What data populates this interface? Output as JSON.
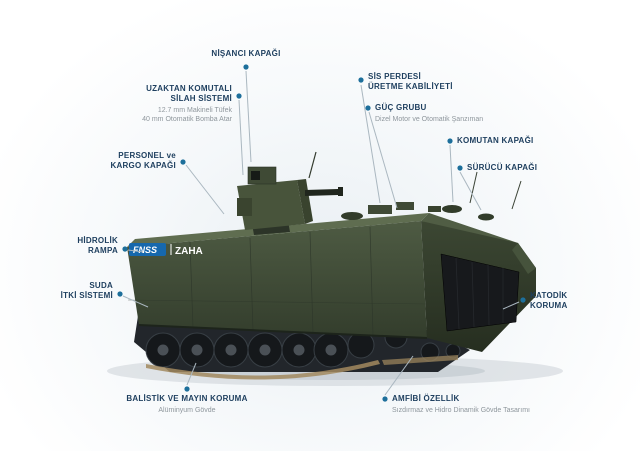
{
  "scene": {
    "background": "#ffffff",
    "accent_dot_color": "#1d6f9b",
    "label_color": "#1d3e5e",
    "sub_color": "#8f979d",
    "hull_color": "#42503a",
    "logo_blue": "#1668ad"
  },
  "vehicle": {
    "brand": "FNSS",
    "model": "ZAHA"
  },
  "callouts": [
    {
      "label": "NİŞANCI KAPAĞI",
      "sub": ""
    },
    {
      "label": "UZAKTAN KOMUTALI\nSİLAH SİSTEMİ",
      "sub": "12.7 mm Makineli Tüfek\n40 mm Otomatik Bomba Atar"
    },
    {
      "label": "PERSONEL ve\nKARGO KAPAĞI",
      "sub": ""
    },
    {
      "label": "SİS PERDESİ\nÜRETME KABİLİYETİ",
      "sub": ""
    },
    {
      "label": "GÜÇ GRUBU",
      "sub": "Dizel Motor ve Otomatik Şanzıman"
    },
    {
      "label": "KOMUTAN KAPAĞI",
      "sub": ""
    },
    {
      "label": "SÜRÜCÜ KAPAĞI",
      "sub": ""
    },
    {
      "label": "HİDROLİK\nRAMPA",
      "sub": ""
    },
    {
      "label": "SUDA\nİTKİ SİSTEMİ",
      "sub": ""
    },
    {
      "label": "KATODİK\nKORUMA",
      "sub": ""
    },
    {
      "label": "BALİSTİK VE MAYIN KORUMA",
      "sub": "Alüminyum Gövde"
    },
    {
      "label": "AMFİBİ ÖZELLİK",
      "sub": "Sızdırmaz ve Hidro Dinamik Gövde Tasarımı"
    }
  ]
}
